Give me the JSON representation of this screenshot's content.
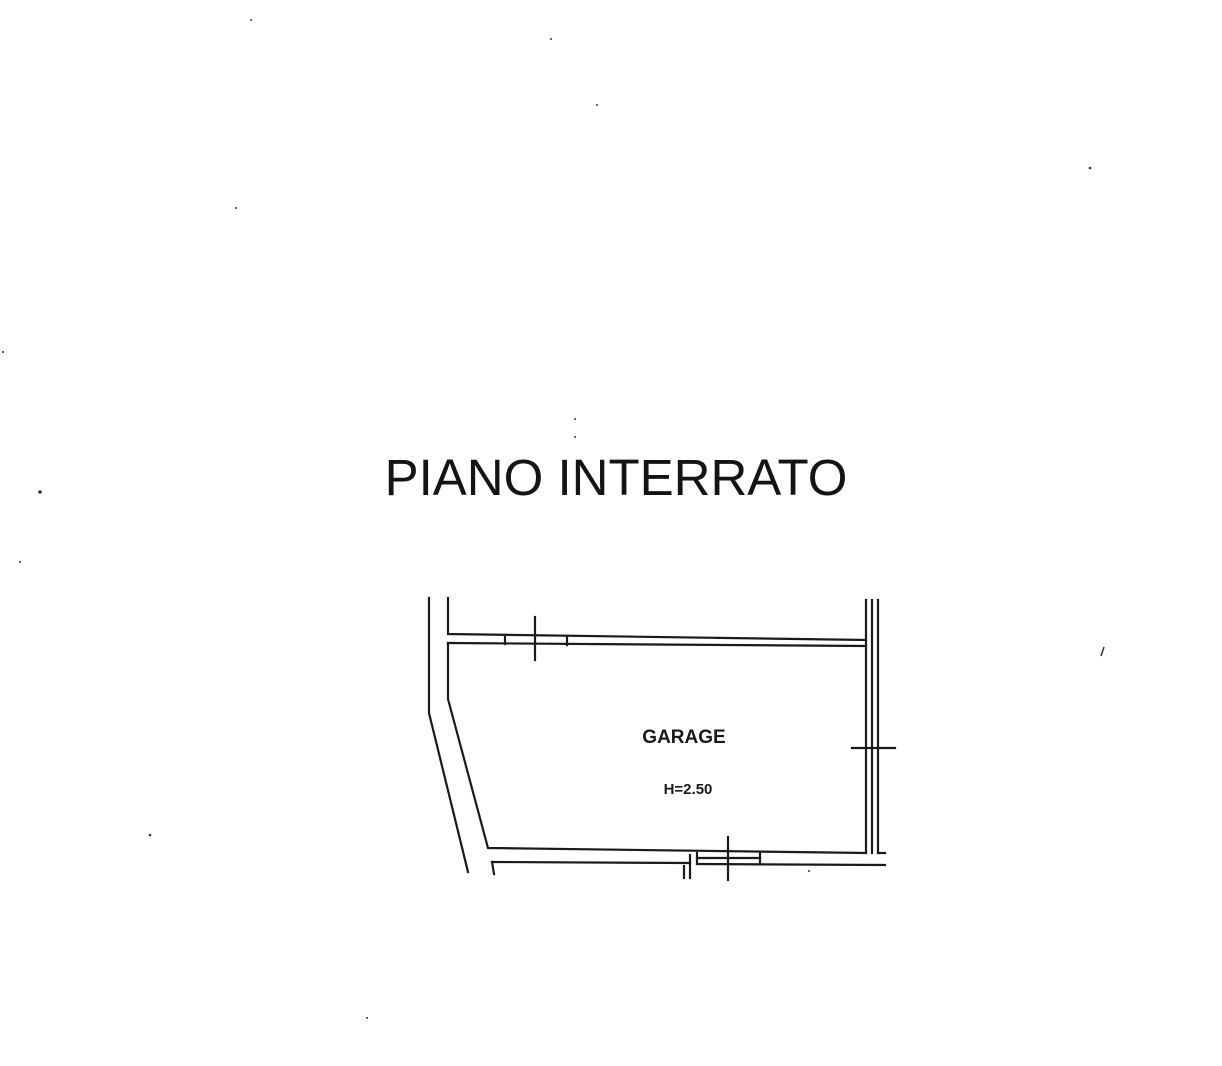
{
  "plan": {
    "title": "PIANO INTERRATO",
    "rooms": [
      {
        "name": "GARAGE",
        "height_label": "H=2.50"
      }
    ],
    "line_color": "#1a1a1a",
    "background_color": "#ffffff"
  }
}
